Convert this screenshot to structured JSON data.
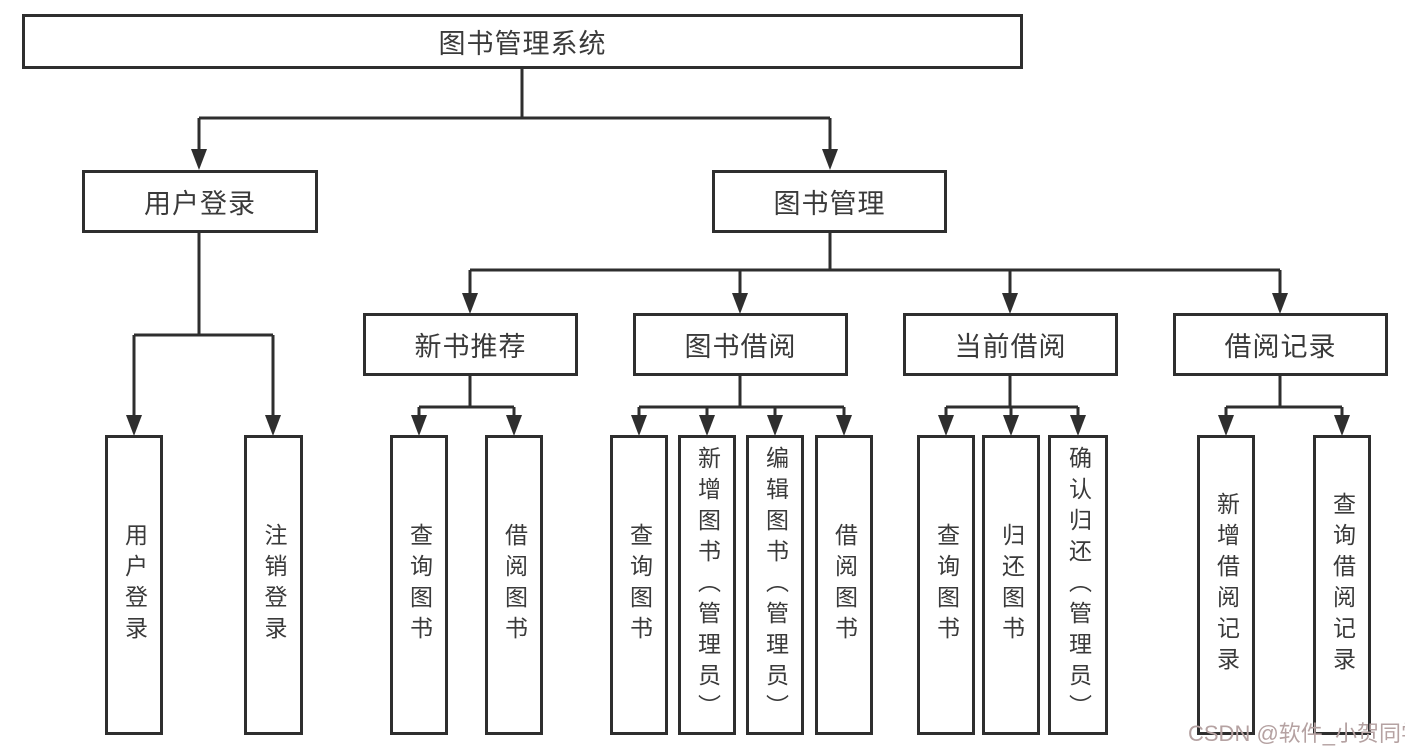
{
  "diagram_title": "图书管理系统",
  "tree": {
    "label": "图书管理系统",
    "children": [
      {
        "label": "用户登录",
        "children": [
          {
            "label": "用户登录"
          },
          {
            "label": "注销登录"
          }
        ]
      },
      {
        "label": "图书管理",
        "children": [
          {
            "label": "新书推荐",
            "children": [
              {
                "label": "查询图书"
              },
              {
                "label": "借阅图书"
              }
            ]
          },
          {
            "label": "图书借阅",
            "children": [
              {
                "label": "查询图书"
              },
              {
                "label": "新增图书（管理员）"
              },
              {
                "label": "编辑图书（管理员）"
              },
              {
                "label": "借阅图书"
              }
            ]
          },
          {
            "label": "当前借阅",
            "children": [
              {
                "label": "查询图书"
              },
              {
                "label": "归还图书"
              },
              {
                "label": "确认归还（管理员）"
              }
            ]
          },
          {
            "label": "借阅记录",
            "children": [
              {
                "label": "新增借阅记录"
              },
              {
                "label": "查询借阅记录"
              }
            ]
          }
        ]
      }
    ]
  },
  "watermark": {
    "text": "CSDN @软件_小贺同学"
  },
  "colors": {
    "line": "#2e2e2e",
    "box_border": "#2e2e2e",
    "text": "#3a3a3a",
    "watermark": "#b5a2a2",
    "background": "#ffffff"
  }
}
